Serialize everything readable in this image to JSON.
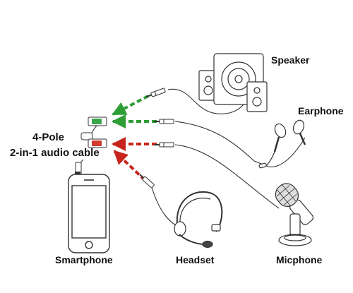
{
  "labels": {
    "speaker": "Speaker",
    "earphone": "Earphone",
    "cable_line1": "4-Pole",
    "cable_line2": "2-in-1 audio cable",
    "smartphone": "Smartphone",
    "headset": "Headset",
    "microphone": "Micphone"
  },
  "colors": {
    "outline": "#333333",
    "arrow_green": "#2e9e36",
    "arrow_red": "#c8241c",
    "jack_green": "#3aa64a",
    "jack_red": "#d23a2e"
  },
  "icons": [
    "speaker-icon",
    "earphone-icon",
    "smartphone-icon",
    "headset-icon",
    "microphone-icon",
    "audio-plug-icon",
    "splitter-icon"
  ]
}
